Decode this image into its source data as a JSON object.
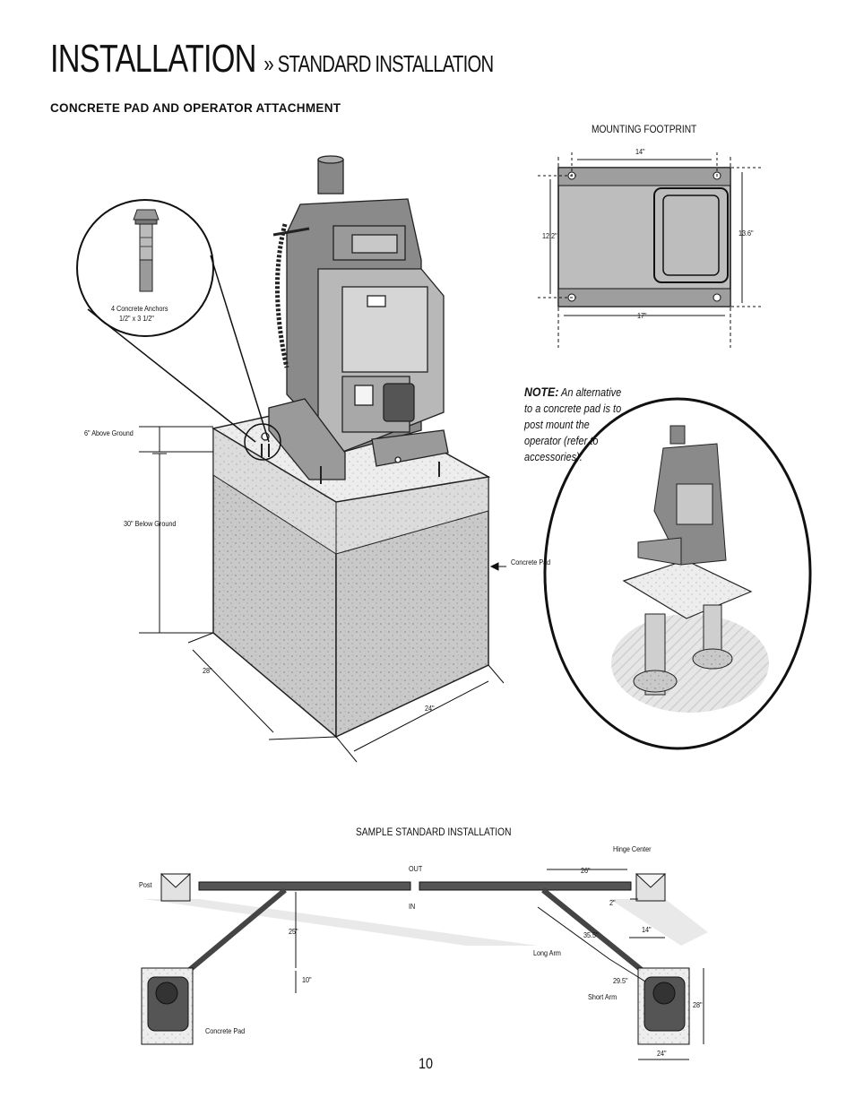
{
  "header": {
    "title_main": "INSTALLATION",
    "title_sub": "» STANDARD INSTALLATION"
  },
  "section_heading": "CONCRETE PAD AND OPERATOR ATTACHMENT",
  "anchor_callout": {
    "line1": "4 Concrete Anchors",
    "line2": "1/2\" x 3 1/2\""
  },
  "pad_dims": {
    "above_ground": "6\" Above Ground",
    "below_ground": "30\" Below Ground",
    "depth": "28\"",
    "width": "24\"",
    "pad_label": "Concrete Pad"
  },
  "footprint": {
    "title": "MOUNTING FOOTPRINT",
    "top": "14\"",
    "left": "12.2\"",
    "right": "13.6\"",
    "bottom": "17\""
  },
  "note": {
    "label": "NOTE:",
    "text": "An alternative to a concrete pad is to post mount the operator (refer to accessories)."
  },
  "sample": {
    "title": "SAMPLE STANDARD INSTALLATION",
    "hinge_center": "Hinge Center",
    "post": "Post",
    "out": "OUT",
    "in": "IN",
    "d26": "26\"",
    "d2": "2\"",
    "d14": "14\"",
    "d25": "25\"",
    "d10": "10\"",
    "d35": "35.5\"",
    "long_arm": "Long Arm",
    "d29": "29.5\"",
    "short_arm": "Short Arm",
    "d28": "28\"",
    "d24": "24\"",
    "concrete_pad": "Concrete Pad"
  },
  "page_number": "10"
}
